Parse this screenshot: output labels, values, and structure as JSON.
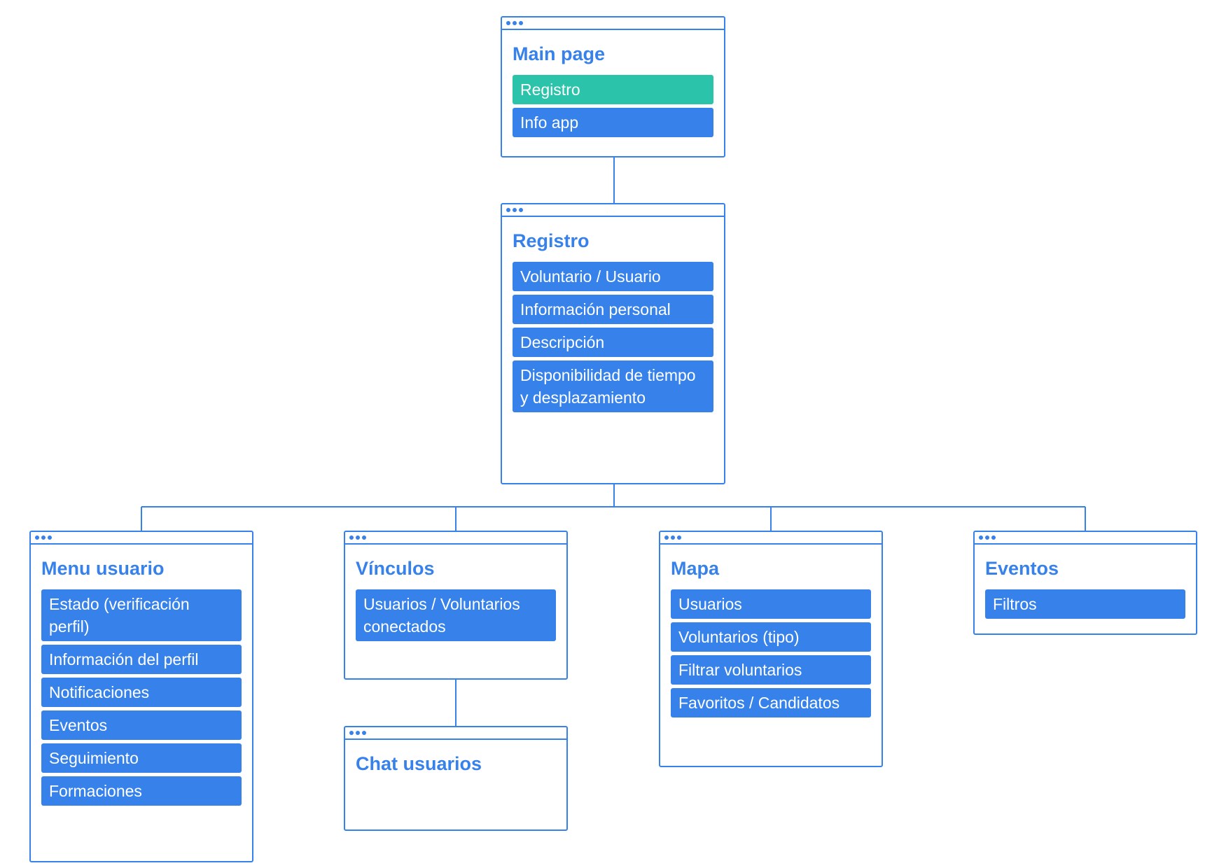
{
  "colors": {
    "primary": "#3781ea",
    "accent": "#2cc3ab",
    "background": "#ffffff"
  },
  "windows": {
    "main": {
      "title": "Main page",
      "items": [
        "Registro",
        "Info app"
      ]
    },
    "registro": {
      "title": "Registro",
      "items": [
        "Voluntario / Usuario",
        "Información personal",
        "Descripción",
        "Disponibilidad de tiempo y desplazamiento"
      ]
    },
    "menu": {
      "title": "Menu usuario",
      "items": [
        "Estado (verificación perfil)",
        "Información del perfil",
        "Notificaciones",
        "Eventos",
        "Seguimiento",
        "Formaciones"
      ]
    },
    "vinculos": {
      "title": "Vínculos",
      "items": [
        "Usuarios / Voluntarios conectados"
      ]
    },
    "chat": {
      "title": "Chat usuarios"
    },
    "mapa": {
      "title": "Mapa",
      "items": [
        "Usuarios",
        "Voluntarios (tipo)",
        "Filtrar voluntarios",
        "Favoritos / Candidatos"
      ]
    },
    "eventos": {
      "title": "Eventos",
      "items": [
        "Filtros"
      ]
    }
  }
}
